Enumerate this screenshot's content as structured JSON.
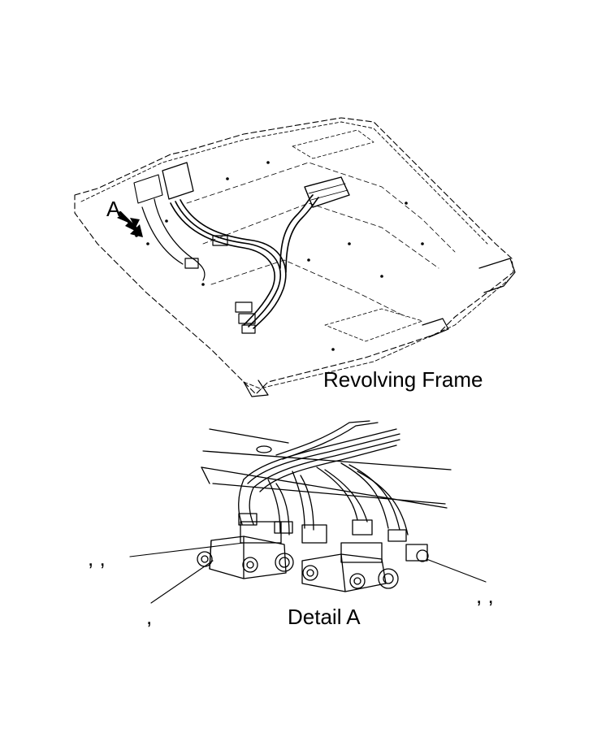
{
  "figure": {
    "top_view": {
      "callout_letter": "A",
      "caption": "Revolving Frame"
    },
    "detail_view": {
      "caption": "Detail A",
      "leader_labels": [
        ", ,",
        ",",
        ", ,"
      ]
    },
    "colors": {
      "line": "#000000",
      "background": "#ffffff"
    }
  }
}
